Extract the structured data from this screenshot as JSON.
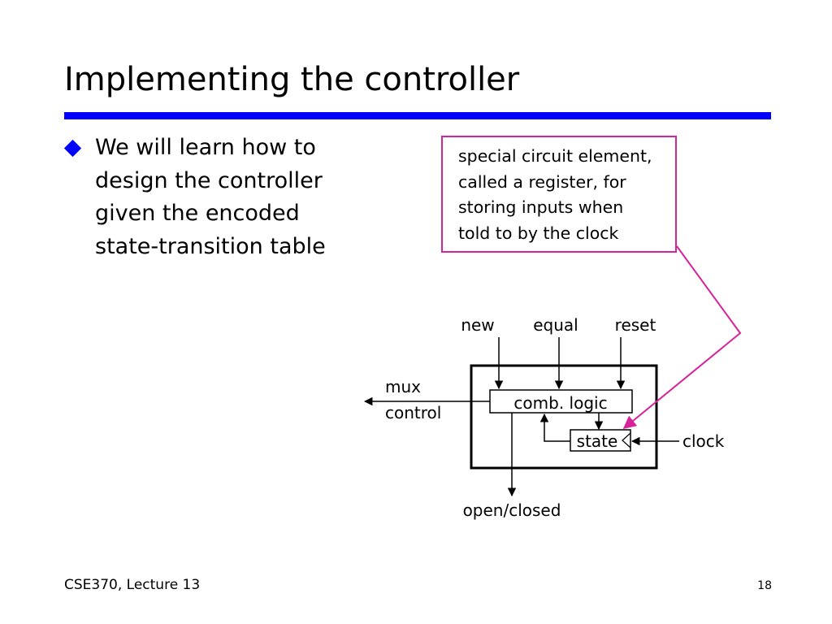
{
  "slide": {
    "title": "Implementing the controller",
    "bullet": "We will learn how to\ndesign the controller\ngiven the encoded\nstate-transition table",
    "callout": "special circuit element,\ncalled a register, for\nstoring inputs when\ntold to by the clock"
  },
  "diagram": {
    "inputs": [
      "new",
      "equal",
      "reset"
    ],
    "comb_logic": "comb. logic",
    "state": "state",
    "clock": "clock",
    "output_mux_line1": "mux",
    "output_mux_line2": "control",
    "output_open_closed": "open/closed"
  },
  "footer": {
    "course": "CSE370, Lecture 13",
    "page": "18"
  },
  "colors": {
    "accent_blue": "#0000ff",
    "callout_magenta": "#d6239a"
  }
}
